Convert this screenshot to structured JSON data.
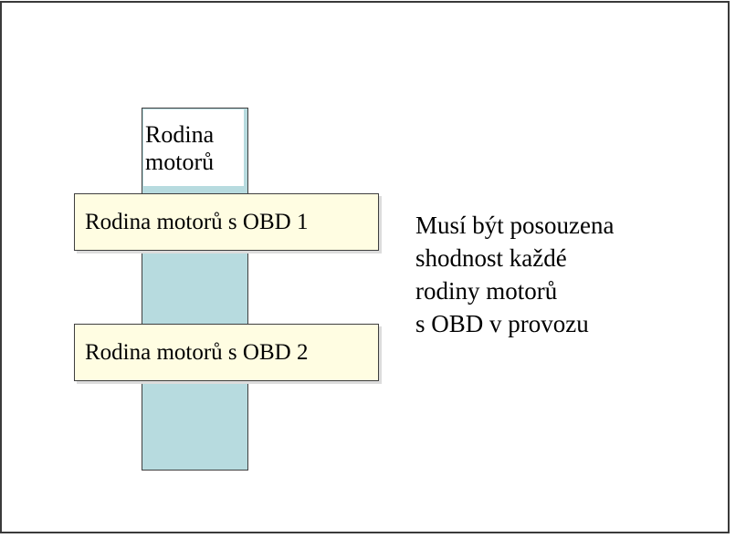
{
  "diagram": {
    "column_title": "Rodina\nmotorů",
    "boxes": [
      {
        "label": "Rodina motorů s OBD 1"
      },
      {
        "label": "Rodina motorů s OBD 2"
      }
    ],
    "note": "Musí být posouzena\nshodnost každé\nrodiny motorů\ns OBD v provozu"
  },
  "colors": {
    "column_fill": "#b7dbdf",
    "box_fill": "#fffde2",
    "border": "#3f3f3f"
  }
}
